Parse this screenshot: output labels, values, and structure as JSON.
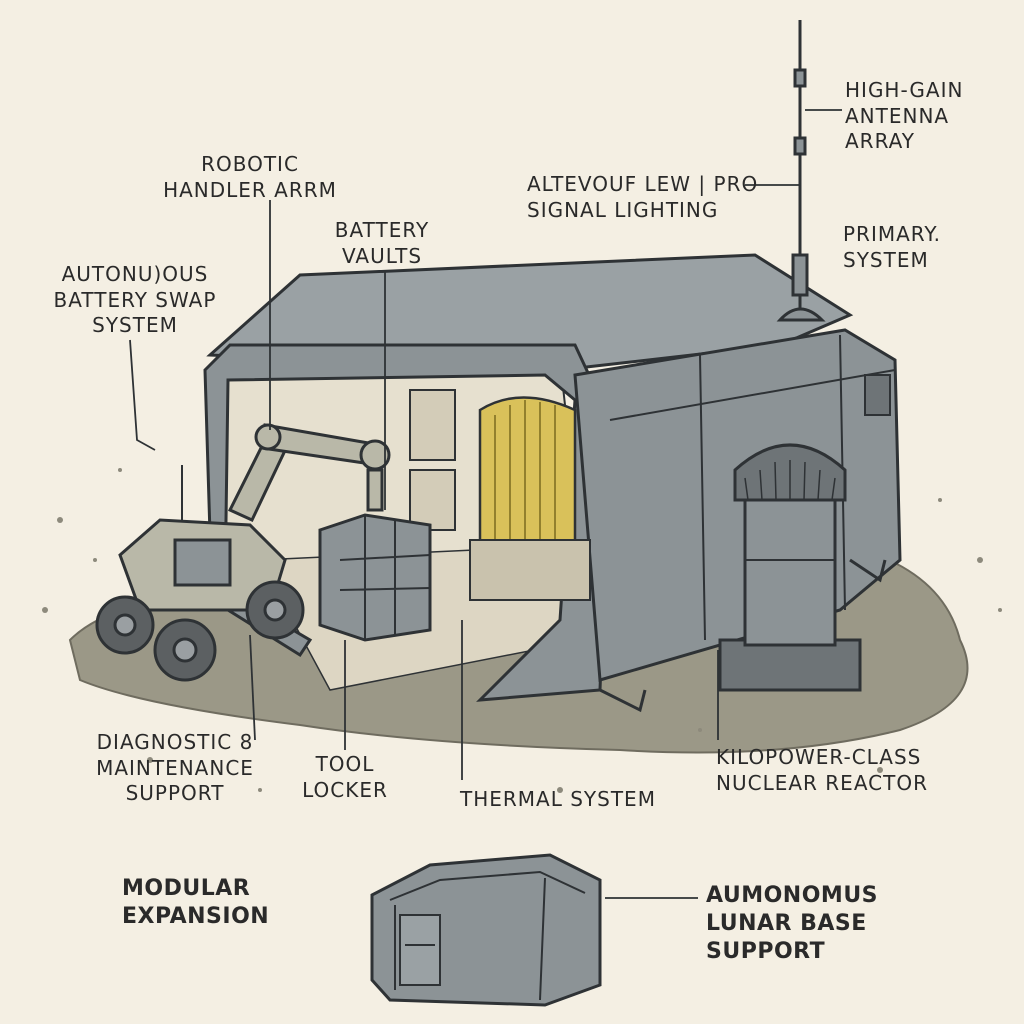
{
  "labels": {
    "antenna": "HIGH-GAIN\nANTENNA\nARRAY",
    "signal_lighting": "ALTEVOUF LEW | PRO\nSIGNAL LIGHTING",
    "primary_system": "PRIMARY.\nSYSTEM",
    "robotic_arm": "ROBOTIC\nHANDLER ARRM",
    "battery_vaults": "BATTERY\nVAULTS",
    "battery_swap": "AUTONU)OUS\nBATTERY SWAP\nSYSTEM",
    "diagnostic": "DIAGNOSTIC 8\nMAINTENANCE\nSUPPORT",
    "tool_locker": "TOOL\nLOCKER",
    "thermal": "THERMAL SYSTEM",
    "reactor": "KILOPOWER-CLASS\nNUCLEAR REACTOR",
    "modular": "MODULAR\nEXPANSION",
    "lunar_base": "AUMONOMUS\nLUNAR BASE\nSUPPORT"
  },
  "colors": {
    "background": "#f4efe3",
    "regolith": "#9b9887",
    "hull": "#8c9396",
    "hull_dark": "#6e7477",
    "outline": "#2e3235",
    "interior": "#e6e0cf",
    "battery_core": "#d9c15a"
  }
}
